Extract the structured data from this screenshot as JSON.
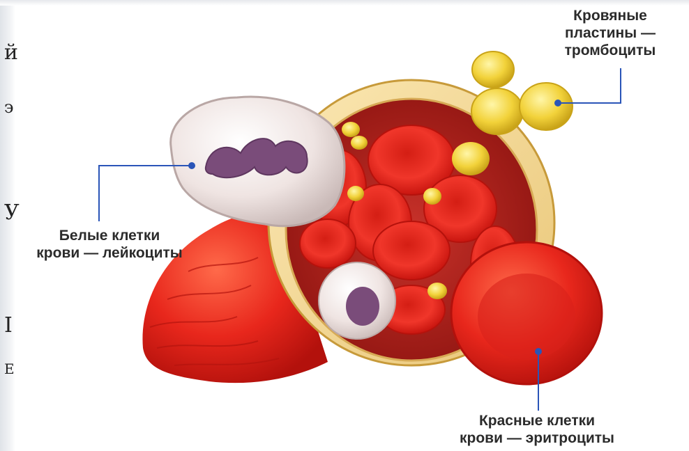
{
  "labels": {
    "platelets": {
      "line1": "Кровяные",
      "line2": "пластины —",
      "line3": "тромбоциты"
    },
    "white_cells": {
      "line1": "Белые клетки",
      "line2": "крови — лейкоциты"
    },
    "red_cells": {
      "line1": "Красные клетки",
      "line2": "крови — эритроциты"
    }
  },
  "edge_text": [
    "й",
    "э",
    "У",
    "I",
    "E"
  ],
  "colors": {
    "leader": "#2a55b8",
    "label_text": "#2b2b2b",
    "red_cell": "#e8271c",
    "platelet": "#f2d23a",
    "vessel_wall": "#f3d99a",
    "nucleus": "#7a4c7a"
  }
}
